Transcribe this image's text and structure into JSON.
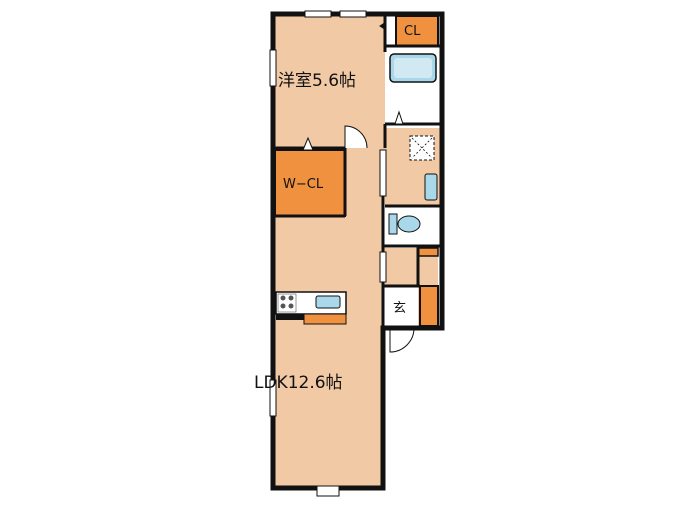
{
  "rooms": {
    "western_room": "洋室5.6帖",
    "ldk": "LDK12.6帖",
    "walk_in_closet": "W−CL",
    "closet": "CL",
    "entrance": "玄"
  },
  "colors": {
    "floor": "#f2c9a5",
    "closet": "#f0913f",
    "wall": "#111111",
    "wet_area": "#ffffff",
    "fixture": "#a9d8ea"
  }
}
